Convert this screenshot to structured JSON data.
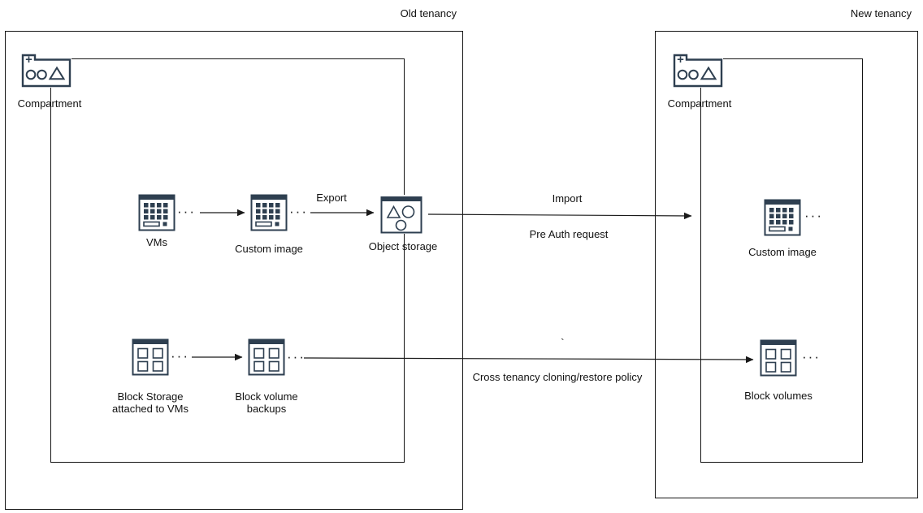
{
  "diagram": {
    "title_left": "Old tenancy",
    "title_right": "New tenancy",
    "old_tenancy": {
      "compartment_label": "Compartment",
      "vms_label": "VMs",
      "custom_image_label": "Custom image",
      "object_storage_label": "Object storage",
      "block_storage_label": "Block Storage attached to VMs",
      "block_volume_backups_label": "Block volume backups"
    },
    "new_tenancy": {
      "compartment_label": "Compartment",
      "custom_image_label": "Custom image",
      "block_volumes_label": "Block volumes"
    },
    "edges": {
      "export_label": "Export",
      "import_label": "Import",
      "pre_auth_label": "Pre Auth request",
      "cross_tenancy_label": "Cross tenancy cloning/restore policy"
    },
    "connector_dots": "···",
    "stray_mark": "`"
  },
  "colors": {
    "icon": "#2e3f50",
    "line": "#1a1a1a",
    "border": "#141414",
    "background": "#ffffff"
  }
}
